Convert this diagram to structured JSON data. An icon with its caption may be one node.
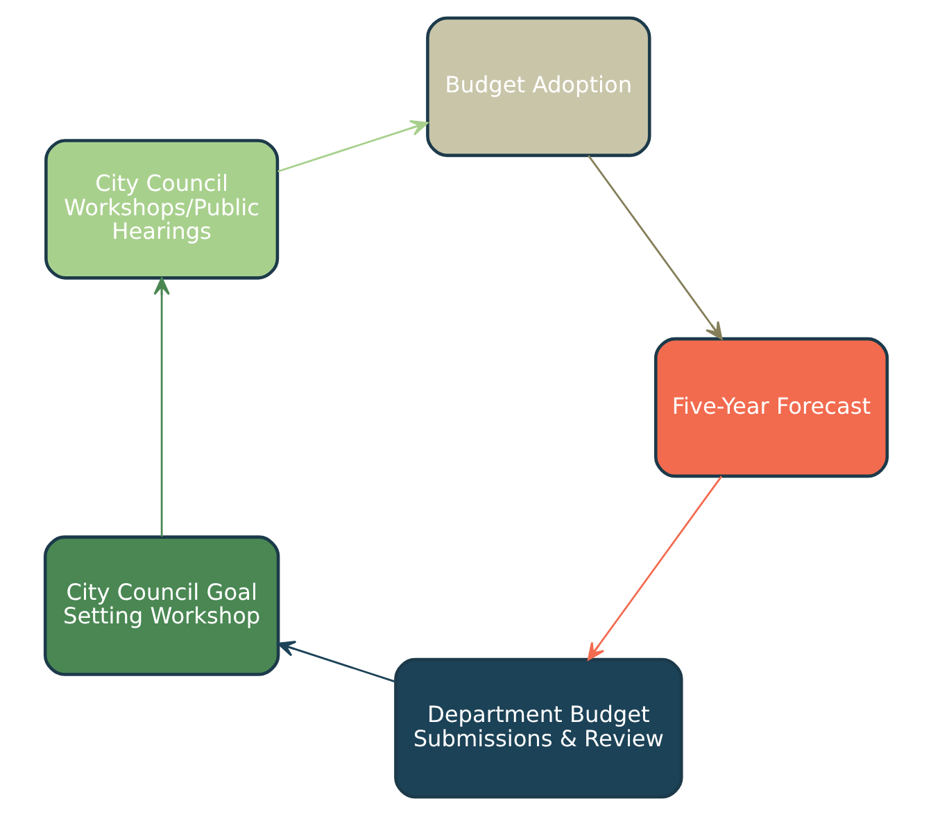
{
  "diagram": {
    "nodes": [
      {
        "text": [
          "Department Budget Submissions & Review"
        ]
      },
      {
        "text": [
          "City Council Goal Setting Workshop"
        ]
      },
      {
        "text": [
          "City Council Workshops/Public Hearings"
        ]
      },
      {
        "text": [
          "Budget Adoption"
        ]
      },
      {
        "text": [
          "Five-Year Forecast"
        ]
      }
    ],
    "edges": [
      {
        "from": 0,
        "to": 1,
        "arrow": "to",
        "color": "#1c4257"
      },
      {
        "from": 1,
        "to": 2,
        "arrow": "to",
        "color": "#4a8753"
      },
      {
        "from": 2,
        "to": 3,
        "arrow": "to",
        "color": "#a8d08d"
      },
      {
        "from": 3,
        "to": 4,
        "arrow": "to",
        "color": "#857f5a"
      },
      {
        "from": 4,
        "to": 0,
        "arrow": "to",
        "color": "#f26b4f"
      }
    ]
  }
}
